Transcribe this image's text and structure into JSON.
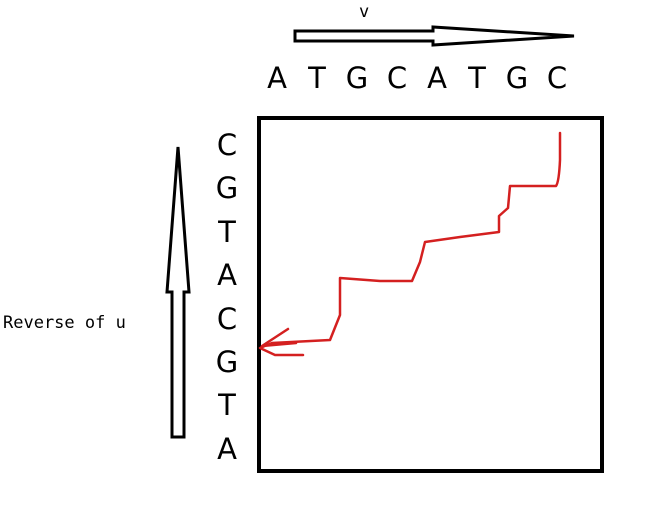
{
  "top_sequence": {
    "label": "v",
    "letters": [
      "A",
      "T",
      "G",
      "C",
      "A",
      "T",
      "G",
      "C"
    ]
  },
  "left_sequence": {
    "label": "Reverse of u",
    "letters": [
      "C",
      "G",
      "T",
      "A",
      "C",
      "G",
      "T",
      "A"
    ]
  },
  "colors": {
    "outline": "#000000",
    "path": "#d42020"
  }
}
